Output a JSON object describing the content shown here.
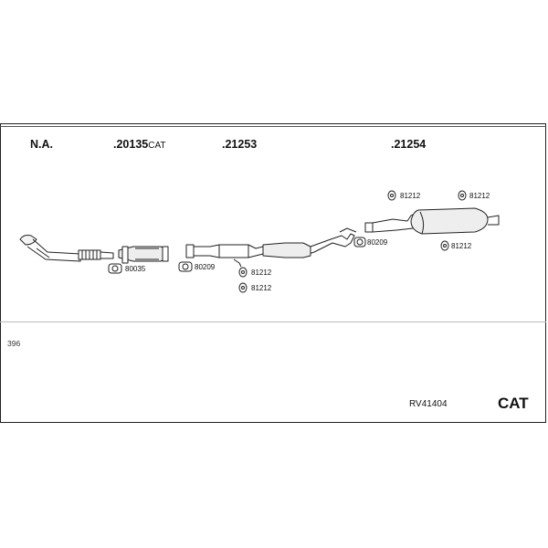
{
  "headers": {
    "na": "N.A.",
    "cat_part": ".20135",
    "cat_suffix": "CAT",
    "middle": ".21253",
    "rear": ".21254"
  },
  "parts": {
    "gasket_front": "80035",
    "clamp_mid": "80209",
    "hanger_mid_1": "81212",
    "hanger_mid_2": "81212",
    "clamp_rear": "80209",
    "hanger_rear_1": "81212",
    "hanger_rear_2": "81212",
    "hanger_rear_3": "81212"
  },
  "footer": {
    "code": "396",
    "reference": "RV41404",
    "type": "CAT"
  }
}
